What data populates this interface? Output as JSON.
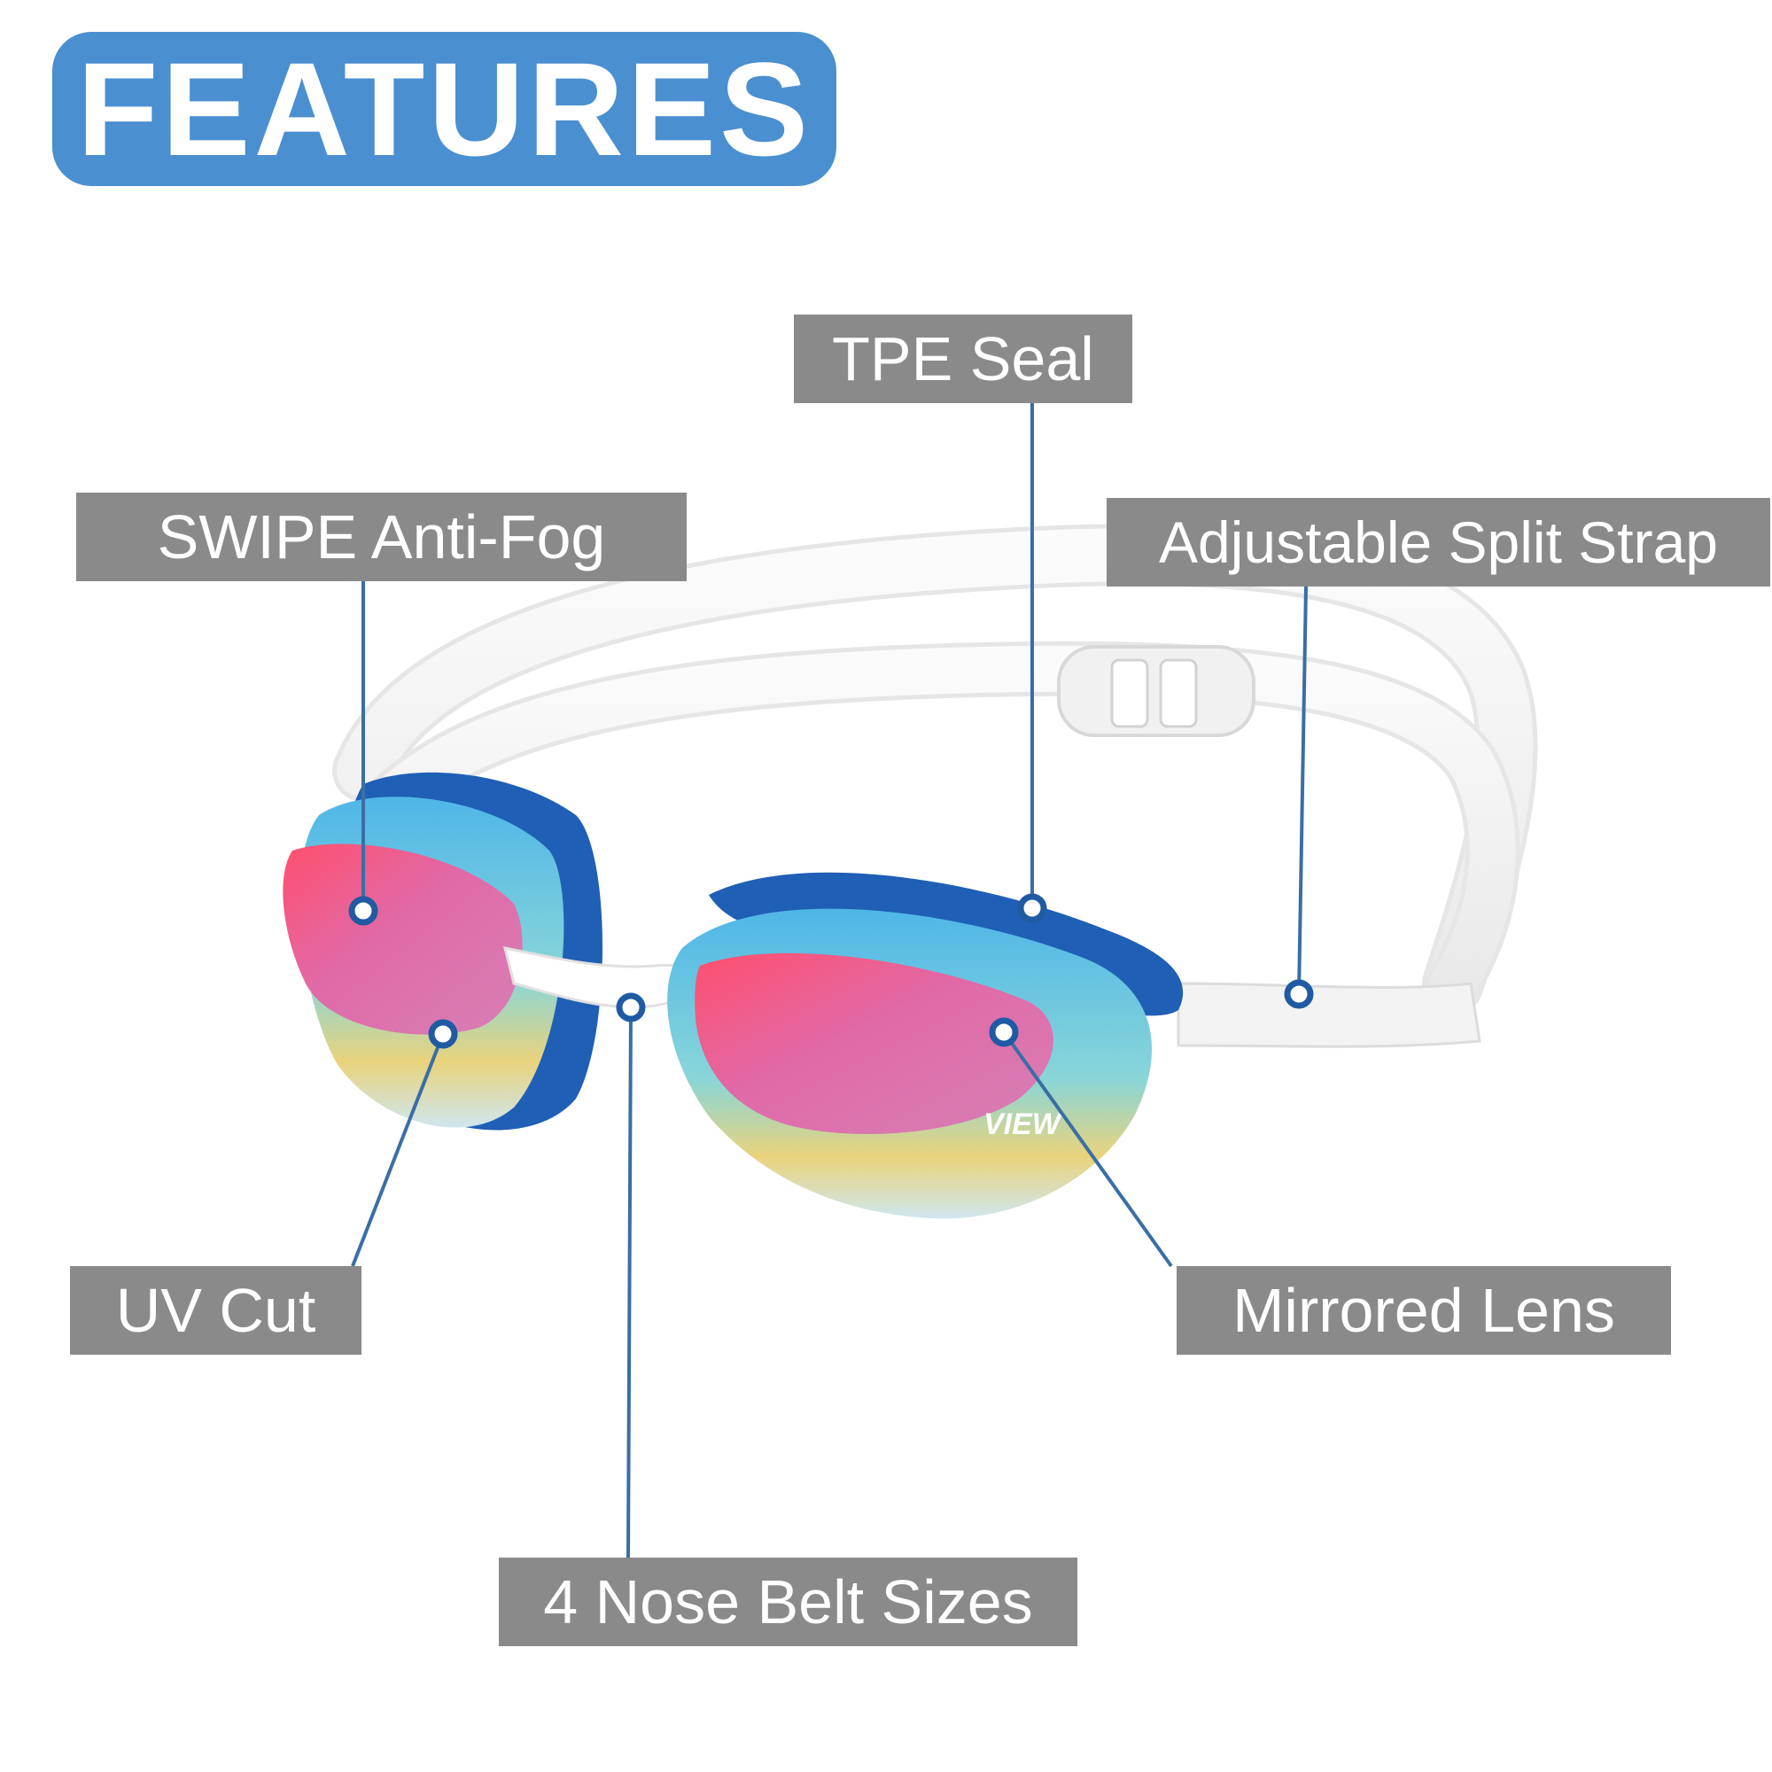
{
  "title": "FEATURES",
  "labels": {
    "tpe_seal": "TPE Seal",
    "swipe_anti_fog": "SWIPE Anti-Fog",
    "adjustable_split_strap": "Adjustable Split Strap",
    "uv_cut": "UV Cut",
    "mirrored_lens": "Mirrored Lens",
    "nose_belt_sizes": "4 Nose Belt Sizes"
  },
  "logo": {
    "brand_text": "VIEW"
  },
  "colors": {
    "title_pill": "#4a8fd0",
    "label_box": "#8a8a8a",
    "leader_line": "#3a6ea5",
    "goggle_frame_blue": "#1f5fb5",
    "lens_pink": "#e0609a",
    "strap_white": "#f4f4f4"
  },
  "icons": [
    "callout-dot",
    "goggles-illustration"
  ]
}
